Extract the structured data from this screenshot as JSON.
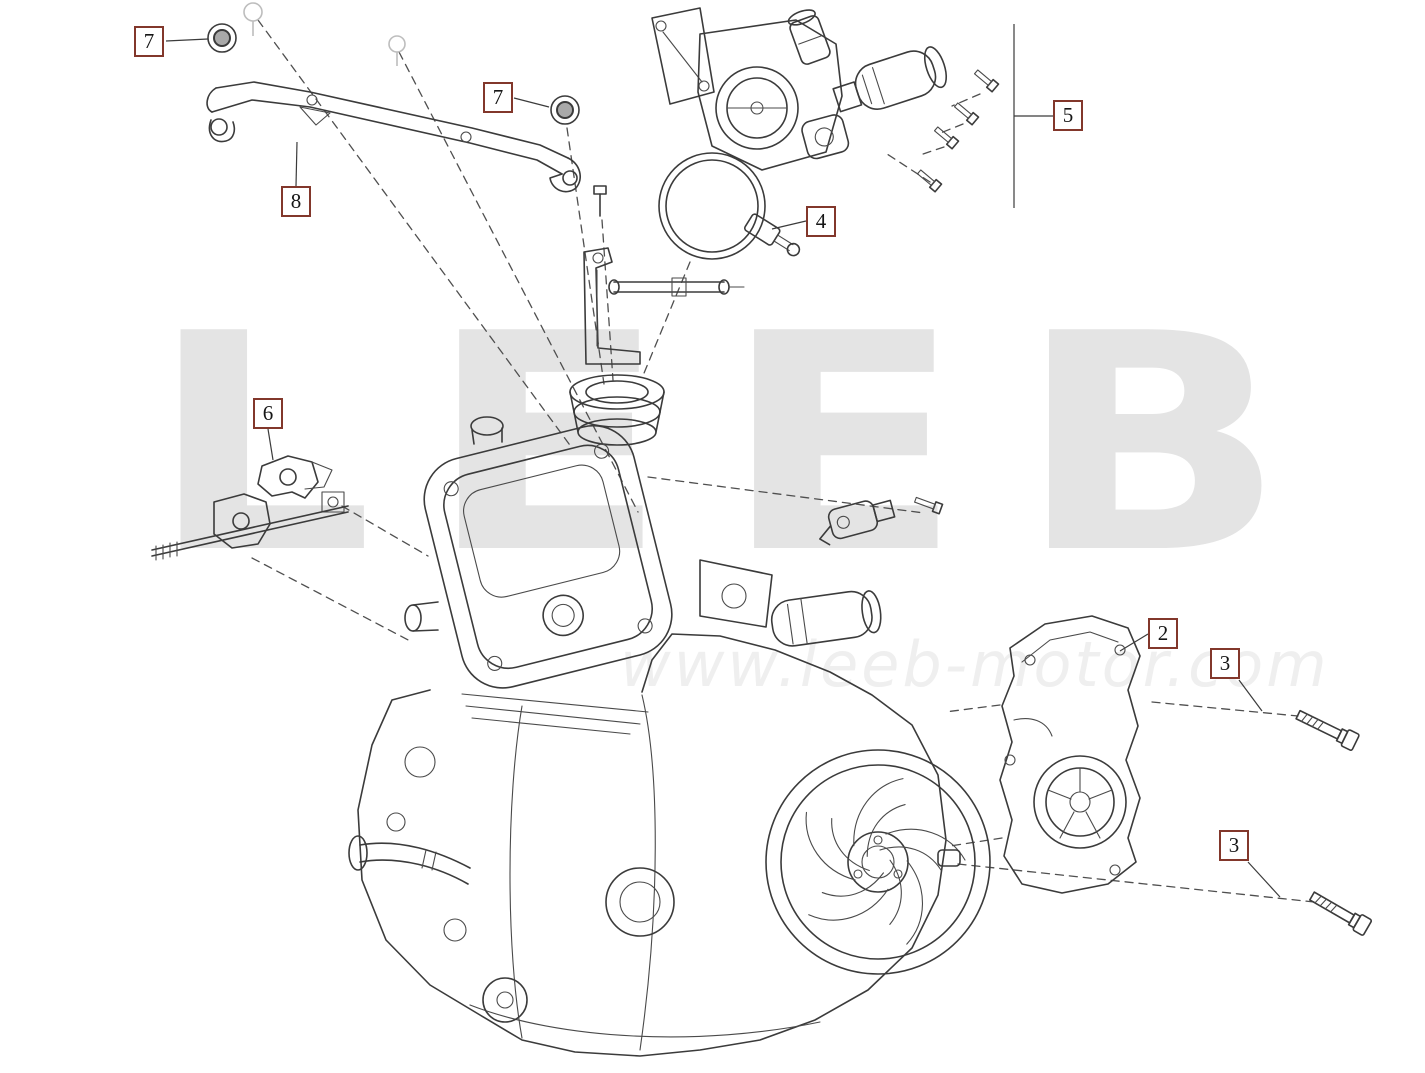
{
  "watermark": {
    "logo_text": "LEEB",
    "url_text": "www.leeb-motor.com",
    "logo_color": "#e4e4e4",
    "url_color": "#efefef"
  },
  "style": {
    "callout_border_color": "#82372b",
    "line_color": "#3b3b3b",
    "background": "#ffffff"
  },
  "callouts": [
    {
      "label": "7",
      "part": "grommet-left"
    },
    {
      "label": "7",
      "part": "grommet-right"
    },
    {
      "label": "8",
      "part": "support-bracket"
    },
    {
      "label": "5",
      "part": "throttle-body-assembly"
    },
    {
      "label": "4",
      "part": "intake-clamp"
    },
    {
      "label": "6",
      "part": "engine-mount-brackets"
    },
    {
      "label": "2",
      "part": "side-cover"
    },
    {
      "label": "3",
      "part": "cover-bolt-upper"
    },
    {
      "label": "3",
      "part": "cover-bolt-lower"
    }
  ]
}
